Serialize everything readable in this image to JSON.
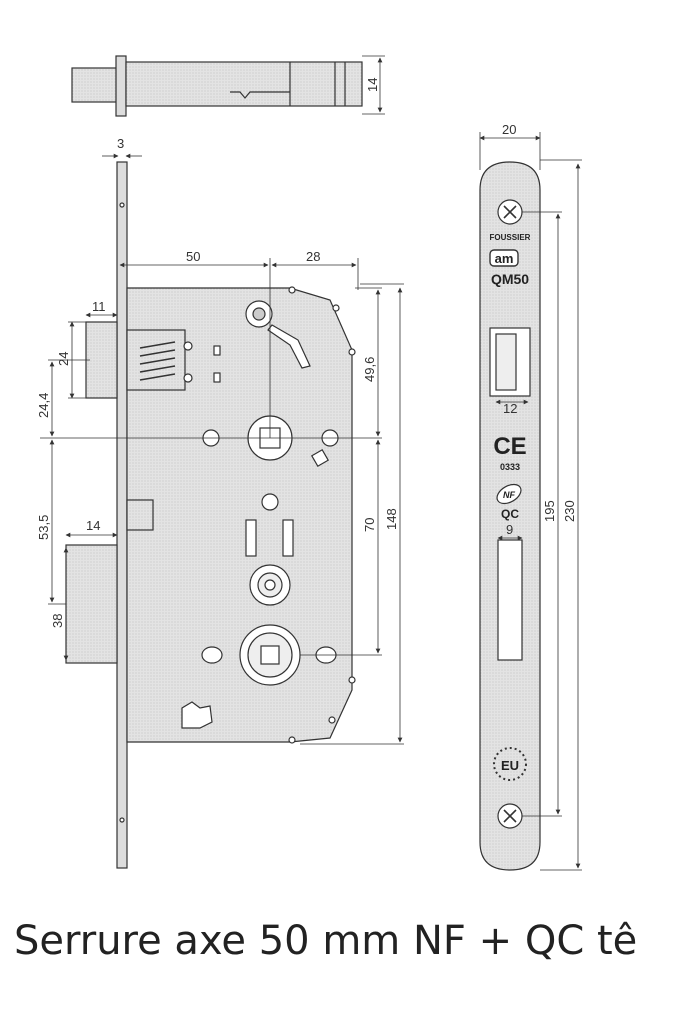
{
  "diagram": {
    "dimensions": {
      "bolt_height": "14",
      "faceplate_thickness": "3",
      "backset": "50",
      "follower_offset": "28",
      "latch_depth": "11",
      "latch_height": "24",
      "latch_to_axis": "24,4",
      "axis_top_offset": "49,6",
      "axis_spacing": "53,5",
      "deadbolt_depth": "14",
      "deadbolt_height": "38",
      "axis_to_key": "70",
      "case_height": "148",
      "plate_width": "20",
      "latch_slot_width": "12",
      "bolt_slot_width": "9",
      "screw_spacing": "195",
      "plate_length": "230"
    },
    "plate_marks": {
      "brand": "FOUSSIER",
      "logo": "am",
      "model": "QM50",
      "ce": "CE",
      "ce_number": "0333",
      "nf": "NF",
      "qc": "QC",
      "eu": "EU"
    }
  },
  "caption": "Serrure axe 50 mm NF + QC tê"
}
